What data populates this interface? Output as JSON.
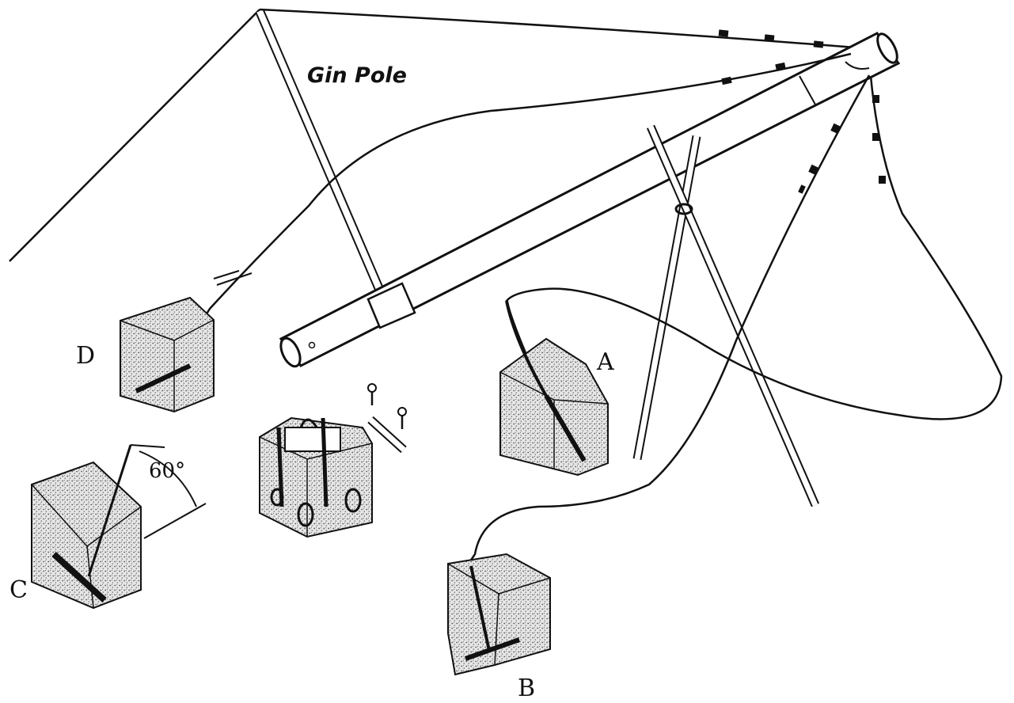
{
  "labels": {
    "gin_pole": "Gin Pole",
    "anchor_a": "A",
    "anchor_b": "B",
    "anchor_c": "C",
    "anchor_d": "D",
    "angle": "60°"
  },
  "colors": {
    "line": "#111111",
    "concrete": "#d8d8d8"
  }
}
